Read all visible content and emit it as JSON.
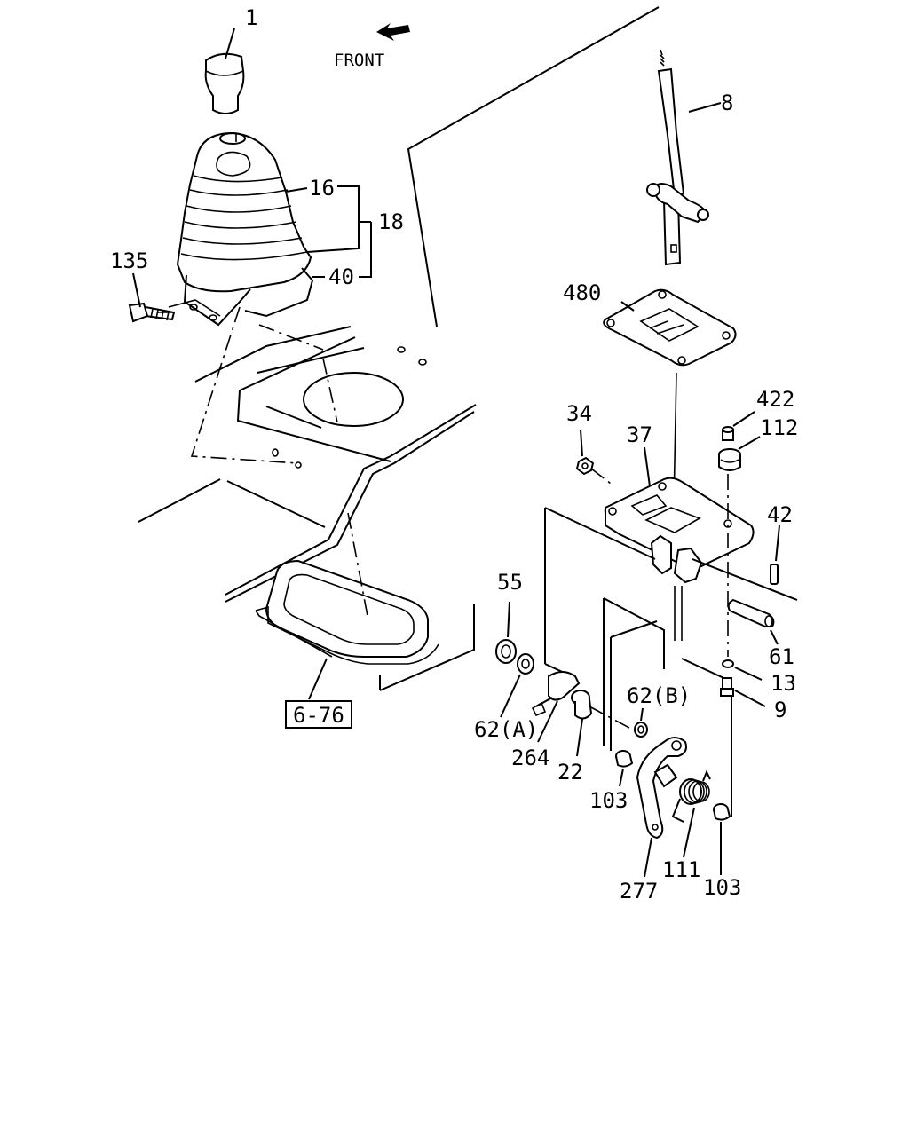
{
  "direction_label": "FRONT",
  "callouts": {
    "c1": "1",
    "c8": "8",
    "c16": "16",
    "c18": "18",
    "c40": "40",
    "c135": "135",
    "c480": "480",
    "c422": "422",
    "c112": "112",
    "c34": "34",
    "c37": "37",
    "c42": "42",
    "c55": "55",
    "c61": "61",
    "c13": "13",
    "c9": "9",
    "c62b": "62(B)",
    "c62a": "62(A)",
    "c264": "264",
    "c22": "22",
    "c103a": "103",
    "c103b": "103",
    "c111": "111",
    "c277": "277"
  },
  "reference_box": "6-76"
}
